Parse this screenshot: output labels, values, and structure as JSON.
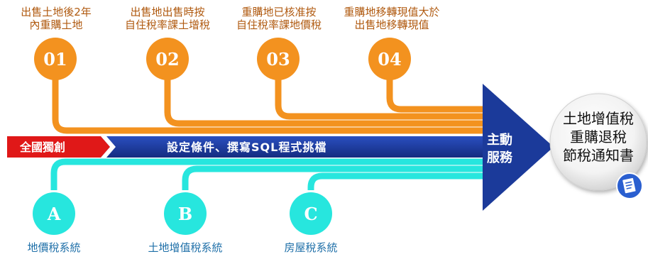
{
  "steps": [
    {
      "number": "01",
      "caption": [
        "出售土地後2年",
        "內重購土地"
      ]
    },
    {
      "number": "02",
      "caption": [
        "出售地出售時按",
        "自住稅率課土增稅"
      ]
    },
    {
      "number": "03",
      "caption": [
        "重購地已核准按",
        "自住稅率課地價稅"
      ]
    },
    {
      "number": "04",
      "caption": [
        "重購地移轉現值大於",
        "出售地移轉現值"
      ]
    }
  ],
  "sources": [
    {
      "letter": "A",
      "label": "地價稅系統"
    },
    {
      "letter": "B",
      "label": "土地增值稅系統"
    },
    {
      "letter": "C",
      "label": "房屋稅系統"
    }
  ],
  "banner": {
    "tag": "全國獨創",
    "text": "設定條件、撰寫SQL程式挑檔"
  },
  "arrow_label": [
    "主動",
    "服務"
  ],
  "result": {
    "lines": [
      "土地增值稅",
      "重購退稅",
      "節稅通知書"
    ],
    "icon": "document-icon"
  },
  "colors": {
    "orange": "#f3921f",
    "teal": "#27e6de",
    "navy": "#1b3a9a",
    "red": "#e01818"
  }
}
